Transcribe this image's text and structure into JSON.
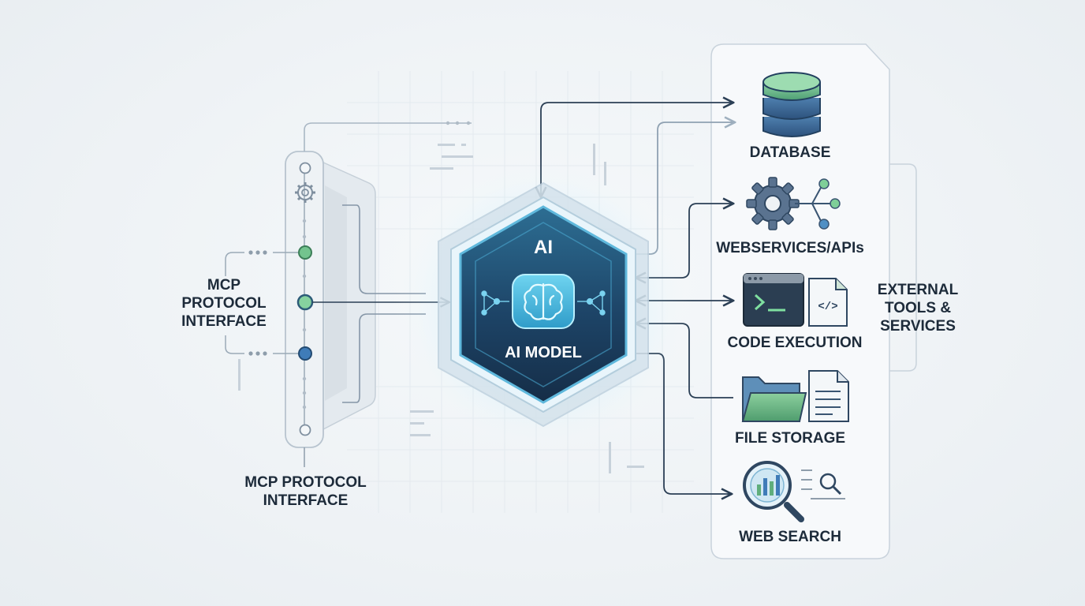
{
  "left_label": [
    "MCP",
    "PROTOCOL",
    "INTERFACE"
  ],
  "bottom_label": [
    "MCP PROTOCOL",
    "INTERFACE"
  ],
  "hub": {
    "top_text": "AI",
    "bottom_text": "AI MODEL",
    "icon": "brain-icon"
  },
  "tools": [
    {
      "label": "DATABASE",
      "icon": "database-icon"
    },
    {
      "label": "WEBSERVICES/APIs",
      "icon": "gear-network-icon"
    },
    {
      "label": "CODE EXECUTION",
      "icon": "terminal-icon"
    },
    {
      "label": "FILE STORAGE",
      "icon": "folder-icon"
    },
    {
      "label": "WEB SEARCH",
      "icon": "magnifier-icon"
    }
  ],
  "panel_label": [
    "EXTERNAL",
    "TOOLS &",
    "SERVICES"
  ],
  "colors": {
    "navy": "#1c3654",
    "teal": "#3b8fb0",
    "green": "#5fae7c",
    "blue_node": "#3f7cb8",
    "line": "#2b3f55"
  }
}
